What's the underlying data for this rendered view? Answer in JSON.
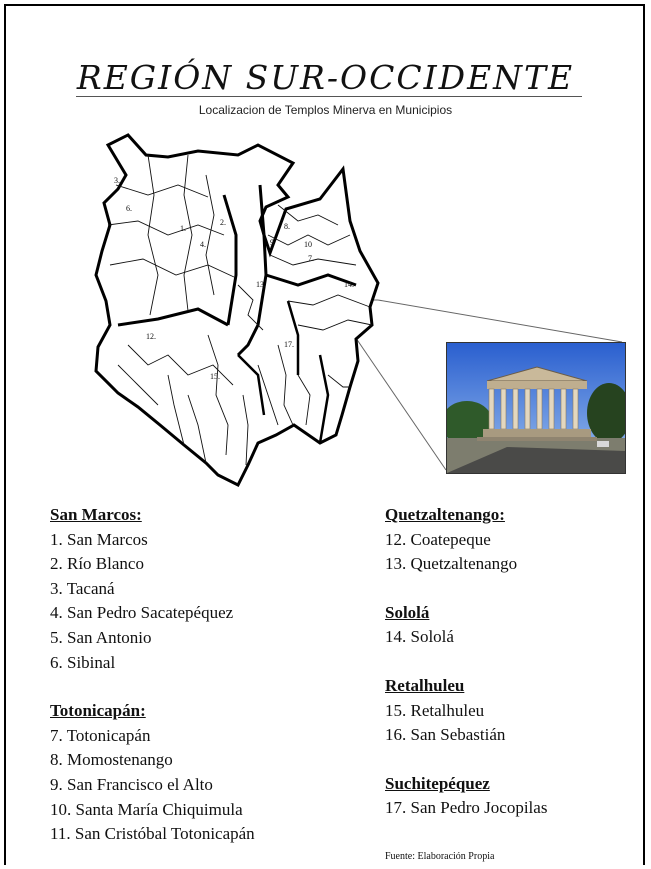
{
  "title": "REGIÓN SUR-OCCIDENTE",
  "subtitle": "Localizacion de Templos Minerva en Municipios",
  "map": {
    "labels": [
      "1.",
      "2.",
      "3.",
      "4.",
      "6.",
      "8.",
      "9",
      "10",
      "7.",
      "12.",
      "13.",
      "14.",
      "15.",
      "17."
    ],
    "photo_icon": "temple-photo"
  },
  "left_column": {
    "groups": [
      {
        "heading": "San Marcos:",
        "items": [
          "1. San Marcos",
          "2. Río Blanco",
          "3. Tacaná",
          "4. San Pedro Sacatepéquez",
          "5. San Antonio",
          "6. Sibinal"
        ]
      },
      {
        "heading": "Totonicapán:",
        "items": [
          "7. Totonicapán",
          "8. Momostenango",
          "9. San Francisco el Alto",
          "10. Santa María Chiquimula",
          "11. San Cristóbal Totonicapán"
        ]
      }
    ]
  },
  "right_column": {
    "groups": [
      {
        "heading": "Quetzaltenango:",
        "items": [
          "12. Coatepeque",
          "13. Quetzaltenango"
        ]
      },
      {
        "heading": "Sololá",
        "items": [
          "14. Sololá"
        ]
      },
      {
        "heading": "Retalhuleu",
        "items": [
          "15. Retalhuleu",
          "16. San Sebastián"
        ]
      },
      {
        "heading": "Suchitepéquez",
        "items": [
          "17. San Pedro Jocopilas"
        ]
      }
    ]
  },
  "source": "Fuente: Elaboración Propia"
}
